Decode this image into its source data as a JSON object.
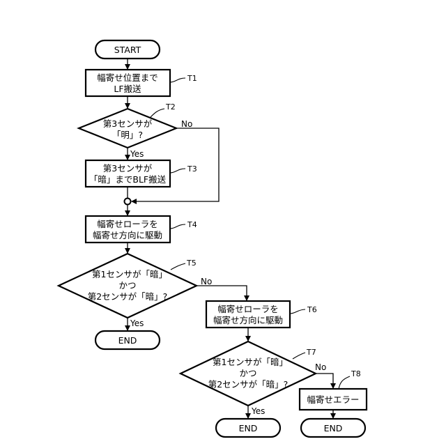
{
  "nodes": {
    "start": {
      "text": "START"
    },
    "t1": {
      "line1": "幅寄せ位置まで",
      "line2": "LF搬送",
      "ref": "T1"
    },
    "t2": {
      "line1": "第3センサが",
      "line2": "「明」?",
      "ref": "T2",
      "no": "No",
      "yes": "Yes"
    },
    "t3": {
      "line1": "第3センサが",
      "line2": "「暗」までBLF搬送",
      "ref": "T3"
    },
    "t4": {
      "line1": "幅寄せローラを",
      "line2": "幅寄せ方向に駆動",
      "ref": "T4"
    },
    "t5": {
      "line1": "第1センサが「暗」",
      "line2": "かつ",
      "line3": "第2センサが「暗」?",
      "ref": "T5",
      "no": "No",
      "yes": "Yes"
    },
    "end1": {
      "text": "END"
    },
    "t6": {
      "line1": "幅寄せローラを",
      "line2": "幅寄せ方向に駆動",
      "ref": "T6"
    },
    "t7": {
      "line1": "第1センサが「暗」",
      "line2": "かつ",
      "line3": "第2センサが「暗」?",
      "ref": "T7",
      "no": "No",
      "yes": "Yes"
    },
    "t8": {
      "line1": "幅寄せエラー",
      "ref": "T8"
    },
    "end2": {
      "text": "END"
    },
    "end3": {
      "text": "END"
    }
  }
}
